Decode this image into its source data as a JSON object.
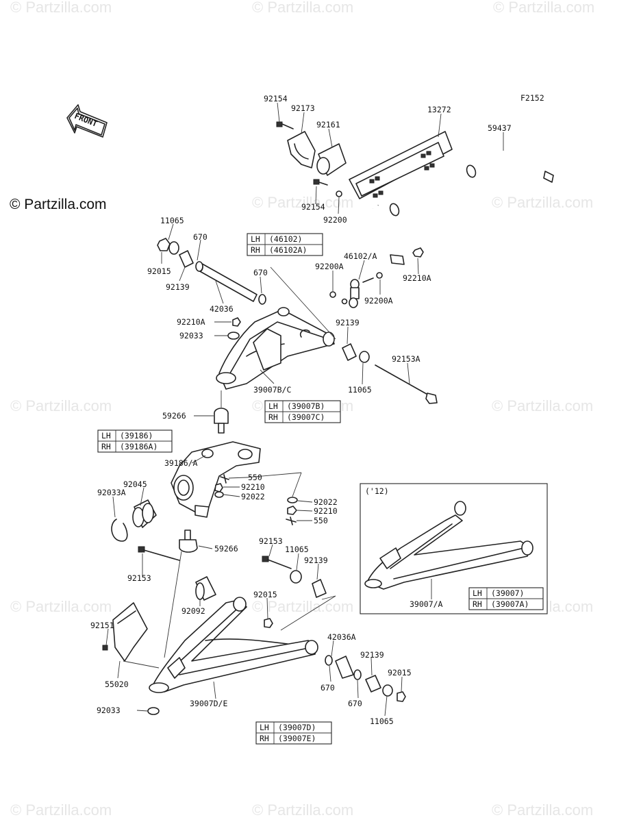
{
  "figure_code": "F2152",
  "front_label": "FRONT",
  "copyright": "© Partzilla.com",
  "watermark": "© Partzilla.com",
  "part_labels": {
    "p92154_top": "92154",
    "p92173": "92173",
    "p92161": "92161",
    "p13272": "13272",
    "p59437": "59437",
    "p92154_bot": "92154",
    "p92200": "92200",
    "p11065_a": "11065",
    "p670_a": "670",
    "p92015_a": "92015",
    "p92139_a": "92139",
    "p670_b": "670",
    "p42036": "42036",
    "p92200A_a": "92200A",
    "p46102A": "46102/A",
    "p92210A_r": "92210A",
    "p92200A_b": "92200A",
    "p92210A_l": "92210A",
    "p92033": "92033",
    "p92139_b": "92139",
    "p92153A": "92153A",
    "p39007BC": "39007B/C",
    "p11065_b": "11065",
    "p59266_a": "59266",
    "p39186A": "39186/A",
    "p92045": "92045",
    "p92033A": "92033A",
    "p550_a": "550",
    "p92210_a": "92210",
    "p92022_a": "92022",
    "p92022_b": "92022",
    "p92210_b": "92210",
    "p550_b": "550",
    "p92153_a": "92153",
    "p59266_b": "59266",
    "p92153_b": "92153",
    "p11065_c": "11065",
    "p92139_c": "92139",
    "p92015_b": "92015",
    "p92092": "92092",
    "p92151": "92151",
    "p42036A": "42036A",
    "p92139_d": "92139",
    "p92015_c": "92015",
    "p55020": "55020",
    "p670_c": "670",
    "p670_d": "670",
    "p92033_b": "92033",
    "p39007DE": "39007D/E",
    "p11065_d": "11065",
    "p39007A": "39007/A"
  },
  "inset_title": "('12)",
  "tables": {
    "t46102": {
      "lh_tag": "LH",
      "lh_val": "(46102)",
      "rh_tag": "RH",
      "rh_val": "(46102A)"
    },
    "t39007BC": {
      "lh_tag": "LH",
      "lh_val": "(39007B)",
      "rh_tag": "RH",
      "rh_val": "(39007C)"
    },
    "t39186": {
      "lh_tag": "LH",
      "lh_val": "(39186)",
      "rh_tag": "RH",
      "rh_val": "(39186A)"
    },
    "t39007": {
      "lh_tag": "LH",
      "lh_val": "(39007)",
      "rh_tag": "RH",
      "rh_val": "(39007A)"
    },
    "t39007DE": {
      "lh_tag": "LH",
      "lh_val": "(39007D)",
      "rh_tag": "RH",
      "rh_val": "(39007E)"
    }
  }
}
